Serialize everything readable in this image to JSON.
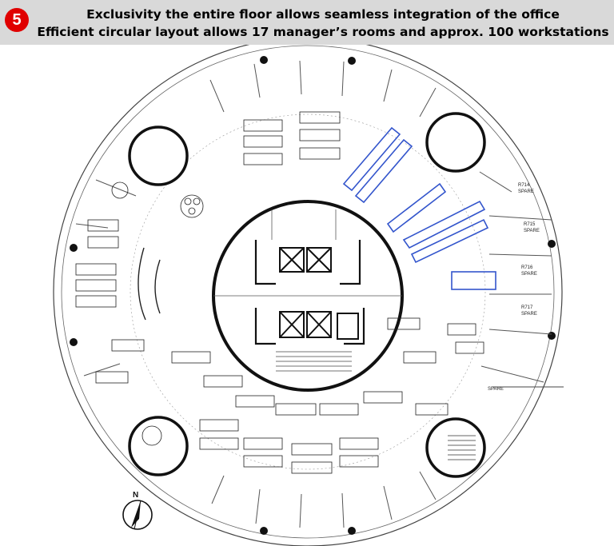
{
  "header": {
    "step_number": "5",
    "line1": "Exclusivity the entire floor allows seamless integration of the office",
    "line2": "Efficient circular layout allows 17 manager’s rooms and approx. 100 workstations"
  },
  "plan": {
    "room_labels": [
      {
        "id": "r714",
        "number": "R714",
        "name": "SPARE"
      },
      {
        "id": "r715",
        "number": "R715",
        "name": "SPARE"
      },
      {
        "id": "r716",
        "number": "R716",
        "name": "SPARE"
      },
      {
        "id": "r717",
        "number": "R717",
        "name": "SPARE"
      },
      {
        "id": "r718",
        "number": "",
        "name": "SPARE"
      }
    ],
    "compass_letter": "N",
    "colors": {
      "accent_line": "#3355cc",
      "stroke": "#333333",
      "badge": "#e00000"
    }
  }
}
